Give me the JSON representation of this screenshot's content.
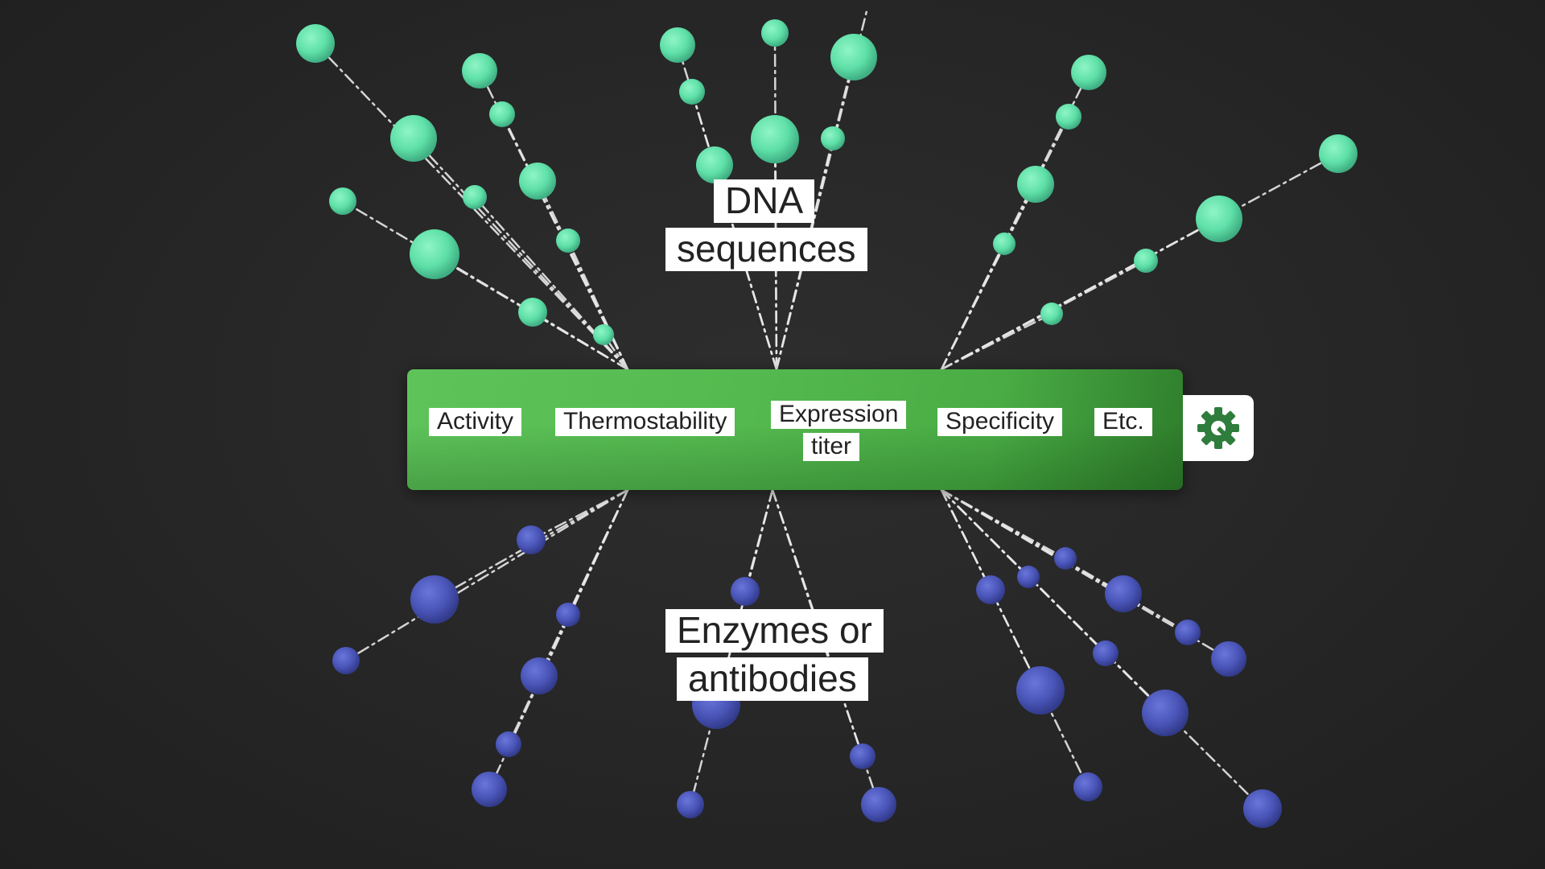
{
  "labels": {
    "input_top_line1": "DNA",
    "input_top_line2": "sequences",
    "output_line1": "Enzymes or",
    "output_line2": "antibodies"
  },
  "properties": {
    "activity": "Activity",
    "thermostability": "Thermostability",
    "expression_line1": "Expression",
    "expression_line2": "titer",
    "specificity": "Specificity",
    "etc": "Etc."
  },
  "logo": {
    "icon": "gear-logo-icon",
    "color": "#2f7d3c"
  },
  "colors": {
    "background": "#262626",
    "input_nodes": "#5fe0a8",
    "output_nodes": "#4a55b8",
    "model_bar": "#55bb50",
    "connector": "#e8e8e8"
  }
}
